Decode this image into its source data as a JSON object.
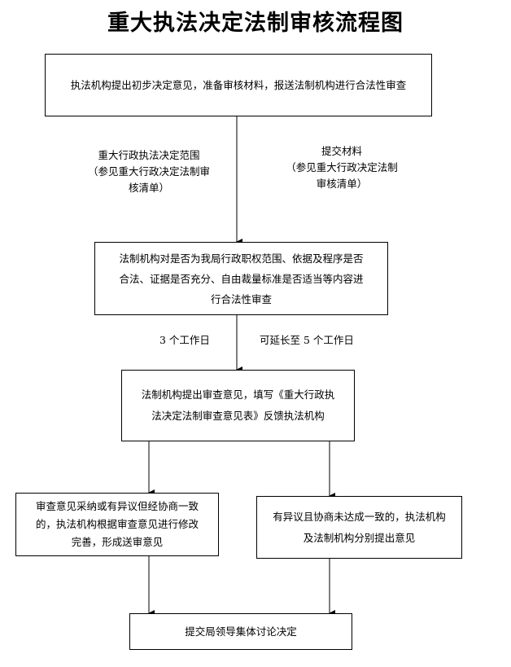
{
  "title": "重大执法决定法制审核流程图",
  "nodes": {
    "n1": {
      "lines": [
        "执法机构提出初步决定意见，准备审核材料，报送法制机构进行合法性审查"
      ]
    },
    "n2": {
      "lines": [
        "法制机构对是否为我局行政职权范围、依据及程序是否",
        "合法、证据是否充分、自由裁量标准是否适当等内容进",
        "行合法性审查"
      ]
    },
    "n3": {
      "lines": [
        "法制机构提出审查意见，填写《重大行政执",
        "法决定法制审查意见表》反馈执法机构"
      ]
    },
    "n4": {
      "lines": [
        "审查意见采纳或有异议但经协商一致",
        "的，执法机构根据审查意见进行修改",
        "完善，形成送审意见"
      ]
    },
    "n5": {
      "lines": [
        "有异议且协商未达成一致的，执法机构",
        "及法制机构分别提出意见"
      ]
    },
    "n6": {
      "lines": [
        "提交局领导集体讨论决定"
      ]
    }
  },
  "edge_labels": {
    "scope": [
      "重大行政执法决定范围",
      "（参见重大行政决定法制审",
      "核清单）"
    ],
    "materials": [
      "提交材料",
      "（参见重大行政决定法制",
      "审核清单）"
    ],
    "days3": "3 个工作日",
    "extend": "可延长至 5 个工作日"
  }
}
